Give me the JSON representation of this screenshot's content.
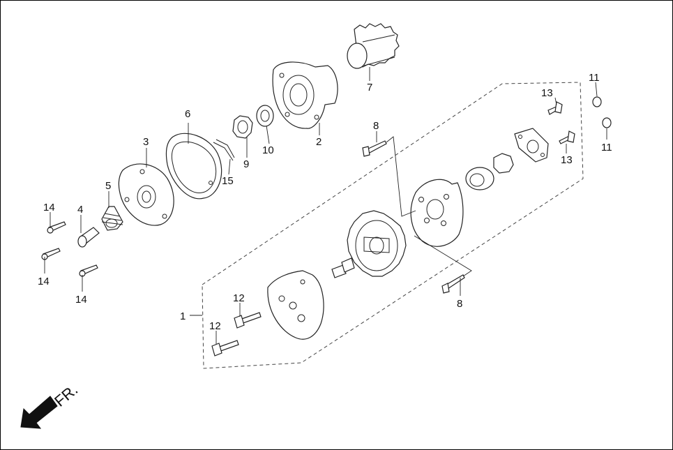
{
  "diagram": {
    "direction_label": "FR.",
    "callouts": {
      "c1": "1",
      "c2": "2",
      "c3": "3",
      "c4": "4",
      "c5": "5",
      "c6": "6",
      "c7": "7",
      "c8a": "8",
      "c8b": "8",
      "c9": "9",
      "c10": "10",
      "c11a": "11",
      "c11b": "11",
      "c12a": "12",
      "c12b": "12",
      "c13a": "13",
      "c13b": "13",
      "c14a": "14",
      "c14b": "14",
      "c14c": "14",
      "c15": "15"
    }
  }
}
